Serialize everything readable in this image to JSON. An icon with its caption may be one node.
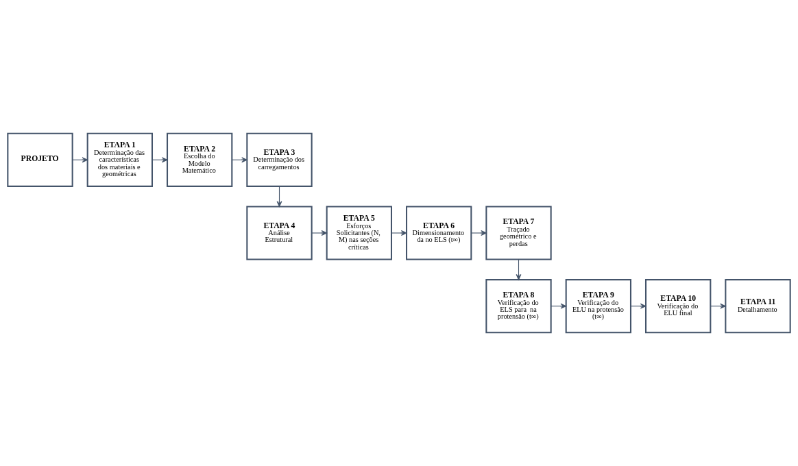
{
  "diagram": {
    "nodes": [
      {
        "text": [
          "PROJETO"
        ]
      },
      {
        "text": [
          "ETAPA 1",
          "Determinação das características dos materiais e geométricas"
        ]
      },
      {
        "text": [
          "ETAPA 2",
          "Escolha do Modelo Matemático"
        ]
      },
      {
        "text": [
          "ETAPA 3",
          "Determinação dos carregamentos"
        ]
      },
      {
        "text": [
          "ETAPA 4",
          "Análise Estrutural"
        ]
      },
      {
        "text": [
          "ETAPA 5",
          "Esforços Solicitantes (N, M) nas seções críticas"
        ]
      },
      {
        "text": [
          "ETAPA 6",
          "Dimensionamento da no ELS (t∞)"
        ]
      },
      {
        "text": [
          "ETAPA 7",
          "Traçado geométrico e perdas"
        ]
      },
      {
        "text": [
          "ETAPA 8",
          "Verificação do ELS para  na protensão (t∞)"
        ]
      },
      {
        "text": [
          "ETAPA 9",
          "Verificação do ELU na protensão (t∞)"
        ]
      },
      {
        "text": [
          "ETAPA 10",
          "Verificação do ELU final"
        ]
      },
      {
        "text": [
          "ETAPA 11",
          "Detalhamento"
        ]
      }
    ],
    "edges": [
      {
        "from": 0,
        "to": 1,
        "arrow": "to"
      },
      {
        "from": 1,
        "to": 2,
        "arrow": "to"
      },
      {
        "from": 2,
        "to": 3,
        "arrow": "to"
      },
      {
        "from": 3,
        "to": 4,
        "arrow": "to"
      },
      {
        "from": 4,
        "to": 5,
        "arrow": "to"
      },
      {
        "from": 5,
        "to": 6,
        "arrow": "to"
      },
      {
        "from": 6,
        "to": 7,
        "arrow": "to"
      },
      {
        "from": 7,
        "to": 8,
        "arrow": "to"
      },
      {
        "from": 8,
        "to": 9,
        "arrow": "to"
      },
      {
        "from": 9,
        "to": 10,
        "arrow": "to"
      },
      {
        "from": 10,
        "to": 11,
        "arrow": "to"
      }
    ]
  }
}
